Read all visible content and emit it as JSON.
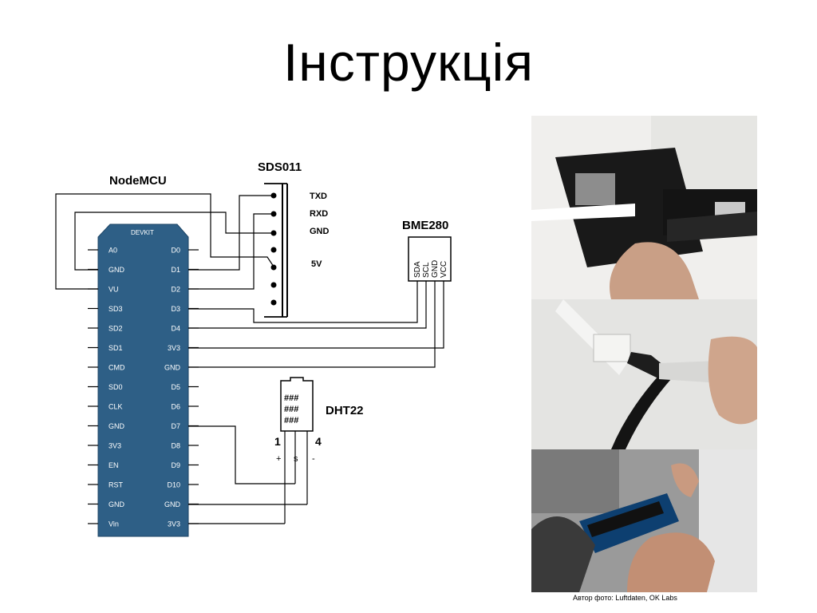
{
  "title": "Інструкція",
  "diagram": {
    "nodemcu_label": "NodeMCU",
    "board_header": "DEVKIT",
    "left_pins": [
      "A0",
      "GND",
      "VU",
      "SD3",
      "SD2",
      "SD1",
      "CMD",
      "SD0",
      "CLK",
      "GND",
      "3V3",
      "EN",
      "RST",
      "GND",
      "Vin"
    ],
    "right_pins": [
      "D0",
      "D1",
      "D2",
      "D3",
      "D4",
      "3V3",
      "GND",
      "D5",
      "D6",
      "D7",
      "D8",
      "D9",
      "D10",
      "GND",
      "3V3"
    ],
    "sds": {
      "label": "SDS011",
      "pins": [
        "TXD",
        "RXD",
        "GND",
        "5V"
      ]
    },
    "bme": {
      "label": "BME280",
      "pins": [
        "SDA",
        "SCL",
        "GND",
        "VCC"
      ]
    },
    "dht": {
      "label": "DHT22",
      "grid": [
        "###",
        "###",
        "###"
      ],
      "pin_first": "1",
      "pin_last": "4",
      "plus": "+",
      "s": "s",
      "minus": "-"
    }
  },
  "photos": [
    {
      "name": "photo-sensor-board",
      "colors": [
        "#f2f2f0",
        "#1b1b1b",
        "#c99f86",
        "#5a5a5a"
      ]
    },
    {
      "name": "photo-dht-sensor",
      "colors": [
        "#e9e9e7",
        "#d8d8d6",
        "#1a1a1a",
        "#cfa58c"
      ]
    },
    {
      "name": "photo-assembled-device",
      "colors": [
        "#6e6e6e",
        "#2b2b2b",
        "#0d3f70",
        "#c28f74"
      ]
    }
  ],
  "credit": "Автор фото: Luftdaten, OK Labs"
}
